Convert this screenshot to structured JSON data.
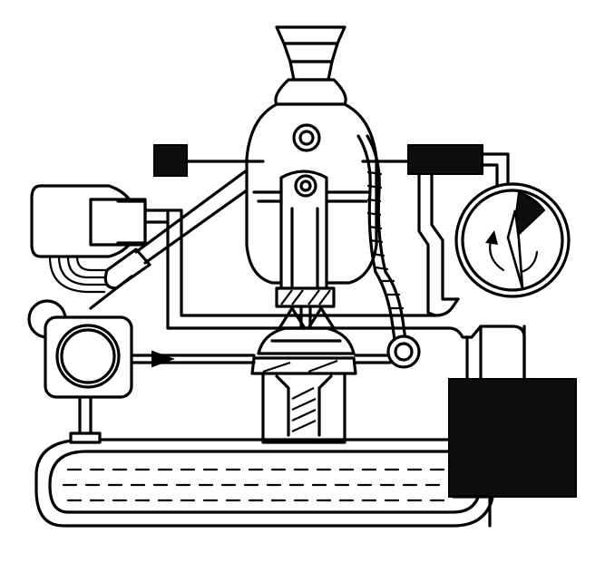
{
  "diagram": {
    "kind": "mechanical-schematic",
    "labels": []
  },
  "colors": {
    "ink": "#000000",
    "paper": "#ffffff",
    "block_fill": "#0d0d0d"
  },
  "components": [
    "reservoir-tank",
    "control-box",
    "pump-housing",
    "pressure-vessel",
    "linkage-rod",
    "actuator-motor",
    "pressure-gauge",
    "black-connector-left",
    "black-connector-right",
    "valve-seat-cone",
    "flow-direction-arrow",
    "coil-spring-hose",
    "pedestal-column"
  ]
}
